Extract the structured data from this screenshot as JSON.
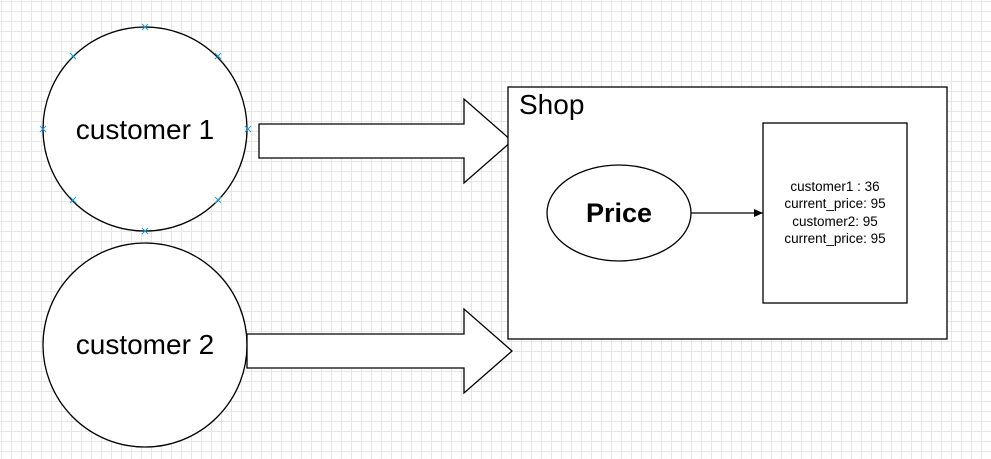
{
  "diagram": {
    "customer1": {
      "label": "customer 1"
    },
    "customer2": {
      "label": "customer 2"
    },
    "shop": {
      "label": "Shop"
    },
    "price": {
      "label": "Price"
    },
    "state_box": {
      "lines": [
        "customer1 : 36",
        "current_price: 95",
        "customer2: 95",
        "current_price: 95"
      ]
    }
  },
  "colors": {
    "grid": "#e6e6e6",
    "stroke": "#000000",
    "selection_handle": "#1e9bd7"
  }
}
